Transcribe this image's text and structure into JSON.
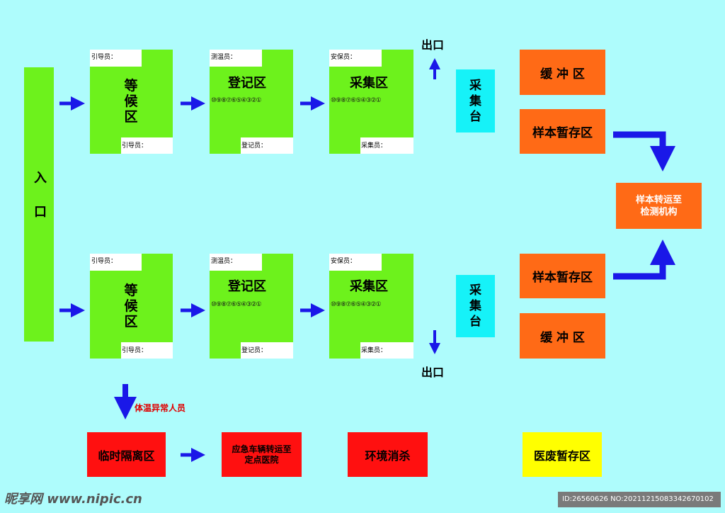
{
  "entrance": "入口",
  "top_row": {
    "waiting": {
      "title": "等候区",
      "top_label": "引导员：",
      "bottom_label": "引导员："
    },
    "register": {
      "title": "登记区",
      "top_label": "测温员：",
      "bottom_label": "登记员：",
      "numbers": "⑩⑨⑧⑦⑥⑤④③②①"
    },
    "collect": {
      "title": "采集区",
      "top_label": "安保员：",
      "bottom_label": "采集员：",
      "numbers": "⑩⑨⑧⑦⑥⑤④③②①"
    },
    "exit": "出口",
    "station": "采集台"
  },
  "bottom_row": {
    "waiting": {
      "title": "等候区",
      "top_label": "引导员：",
      "bottom_label": "引导员："
    },
    "register": {
      "title": "登记区",
      "top_label": "测温员：",
      "bottom_label": "登记员：",
      "numbers": "⑩⑨⑧⑦⑥⑤④③②①"
    },
    "collect": {
      "title": "采集区",
      "top_label": "安保员：",
      "bottom_label": "采集员：",
      "numbers": "⑩⑨⑧⑦⑥⑤④③②①"
    },
    "exit": "出口",
    "station": "采集台"
  },
  "right": {
    "buffer_top": "缓 冲 区",
    "storage_top": "样本暂存区",
    "transfer": "样本转运至\n检测机构",
    "storage_bottom": "样本暂存区",
    "buffer_bottom": "缓 冲 区"
  },
  "bottom": {
    "fever_note": "体温异常人员",
    "isolation": "临时隔离区",
    "ambulance": "应急车辆转运至\n定点医院",
    "disinfect": "环境消杀",
    "medical_waste": "医废暂存区"
  },
  "watermark": {
    "site": "昵享网 www.nipic.cn",
    "id": "ID:26560626 NO:20211215083342670102"
  },
  "colors": {
    "background": "#aefcfc",
    "green": "#6df21c",
    "orange": "#ff6a16",
    "cyan": "#16f2f8",
    "red": "#ff1010",
    "yellow": "#ffff00",
    "arrow": "#1a18e8"
  },
  "icons": [
    "arrow-right-icon",
    "arrow-up-icon",
    "arrow-down-icon",
    "elbow-arrow-icon"
  ]
}
